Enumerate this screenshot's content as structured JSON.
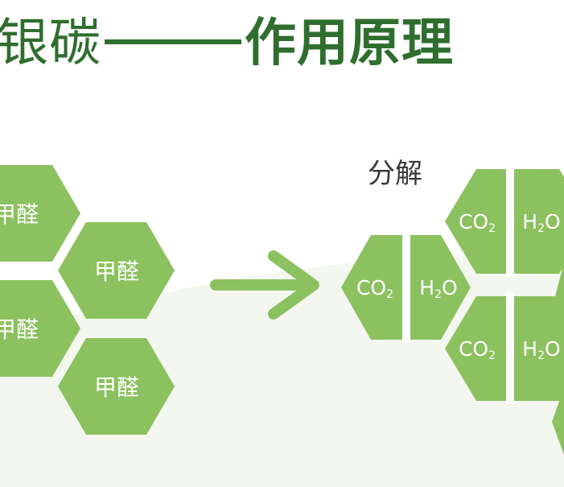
{
  "title": {
    "part1": "银碳",
    "part2": "作用原理"
  },
  "colors": {
    "title": "#2f6e2e",
    "hexagon": "#8cc15f",
    "arrow": "#8cc15f",
    "background_wave": "#f1f6ed"
  },
  "left_hexagons": [
    "甲醛",
    "甲醛",
    "甲醛",
    "甲醛"
  ],
  "arrow_icon": "right-arrow-icon",
  "decompose_label": "分解",
  "right_hexagons": [
    {
      "left": "CO",
      "left_sub": "2",
      "right": "H",
      "right_sub": "2",
      "right_tail": "O"
    },
    {
      "left": "CO",
      "left_sub": "2",
      "right": "H",
      "right_sub": "2",
      "right_tail": "O"
    },
    {
      "left": "CO",
      "left_sub": "2",
      "right": "H",
      "right_sub": "2",
      "right_tail": "O"
    }
  ]
}
